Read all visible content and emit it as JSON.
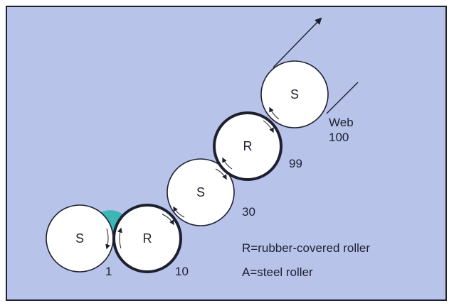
{
  "colors": {
    "background": "#b8c3ea",
    "border": "#1e2030",
    "roller_fill": "#ffffff",
    "nip_fill": "#3cb7b5",
    "text": "#1e2030"
  },
  "rollers": [
    {
      "letter": "S",
      "label": "1"
    },
    {
      "letter": "R",
      "label": "10"
    },
    {
      "letter": "S",
      "label": "30"
    },
    {
      "letter": "R",
      "label": "99"
    },
    {
      "letter": "S",
      "label": "100"
    }
  ],
  "web_label": "Web",
  "legend": {
    "line1": "R=rubber-covered roller",
    "line2": "A=steel roller"
  }
}
